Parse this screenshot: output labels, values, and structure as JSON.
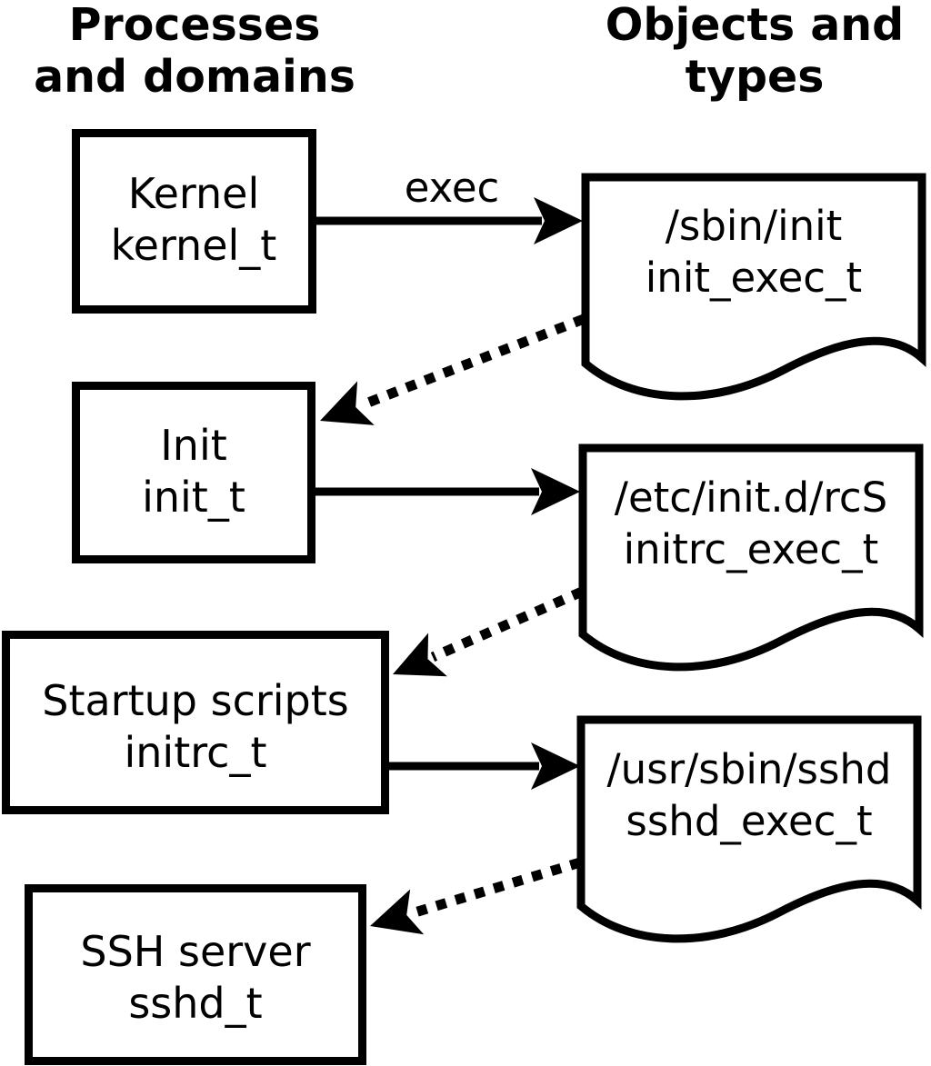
{
  "headers": {
    "left_line1": "Processes",
    "left_line2": "and domains",
    "right_line1": "Objects and",
    "right_line2": "types"
  },
  "exec_label": "exec",
  "processes": [
    {
      "label": "Kernel",
      "domain": "kernel_t"
    },
    {
      "label": "Init",
      "domain": "init_t"
    },
    {
      "label": "Startup scripts",
      "domain": "initrc_t"
    },
    {
      "label": "SSH server",
      "domain": "sshd_t"
    }
  ],
  "objects": [
    {
      "path": "/sbin/init",
      "type": "init_exec_t"
    },
    {
      "path": "/etc/init.d/rcS",
      "type": "initrc_exec_t"
    },
    {
      "path": "/usr/sbin/sshd",
      "type": "sshd_exec_t"
    }
  ],
  "colors": {
    "foreground": "#000000",
    "background": "#ffffff"
  }
}
